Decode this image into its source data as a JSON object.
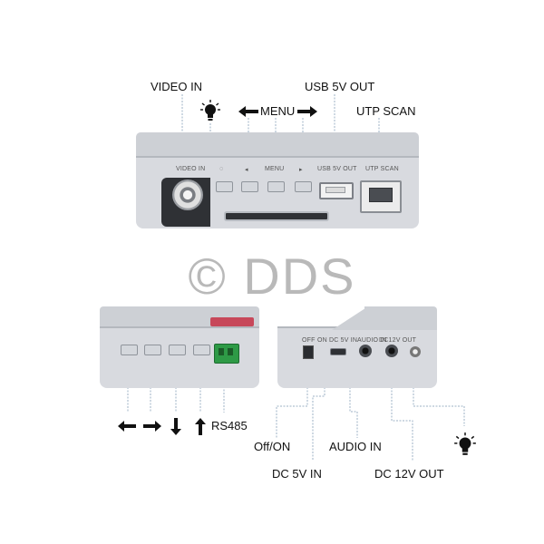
{
  "watermark": {
    "text": "© DDS"
  },
  "top_view": {
    "callouts": {
      "video_in": "VIDEO IN",
      "menu": "MENU",
      "usb_5v_out": "USB 5V OUT",
      "utp_scan": "UTP SCAN"
    },
    "printed": {
      "video_in": "VIDEO IN",
      "menu": "MENU",
      "usb_5v_out": "USB 5V OUT",
      "utp_scan": "UTP SCAN"
    }
  },
  "left_view": {
    "callouts": {
      "rs485": "RS485"
    }
  },
  "right_view": {
    "callouts": {
      "off_on": "Off/ON",
      "dc_5v_in": "DC 5V IN",
      "audio_in": "AUDIO IN",
      "dc_12v_out": "DC 12V OUT"
    },
    "printed": {
      "off": "OFF",
      "on": "ON",
      "dc_5v_in": "DC 5V IN",
      "audio_in": "AUDIO IN",
      "dc_12v_out": "DC12V OUT"
    }
  },
  "icons": [
    "bulb-icon",
    "arrow-left-icon",
    "arrow-right-icon",
    "arrow-down-icon",
    "arrow-up-icon"
  ],
  "colors": {
    "device_body": "#c4c7cc",
    "device_face": "#d9dbdf",
    "callout_line": "#8fa6bd",
    "terminal_green": "#2e9a46"
  }
}
